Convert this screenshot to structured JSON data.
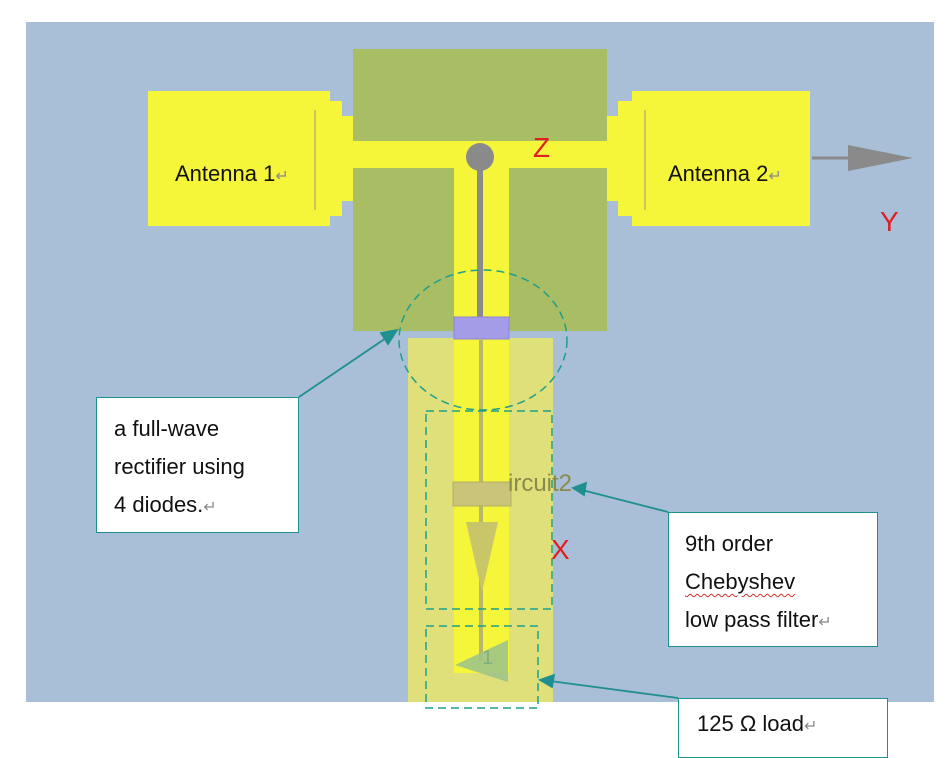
{
  "labels": {
    "antenna1": "Antenna 1",
    "antenna2": "Antenna 2",
    "axis_z": "Z",
    "axis_y": "Y",
    "axis_x": "X",
    "circuit": "ircuit2",
    "port": "1",
    "return_mark": "↵"
  },
  "callouts": {
    "rectifier": {
      "lines": [
        "a full-wave",
        "rectifier using",
        "4 diodes."
      ]
    },
    "filter": {
      "lines": [
        "9th order",
        "Chebyshev",
        "low pass filter"
      ]
    },
    "load": {
      "lines": [
        "125 Ω load"
      ]
    }
  },
  "colors": {
    "background": "#a9bfd7",
    "patch": "#f5f53a",
    "ground": "#a9bd64",
    "pale_strip": "#dfe07a",
    "callout_line": "#1f8f8f",
    "axis_label": "#e02020",
    "diode_block": "#a49ce6",
    "probe": "#8a8a8a"
  }
}
